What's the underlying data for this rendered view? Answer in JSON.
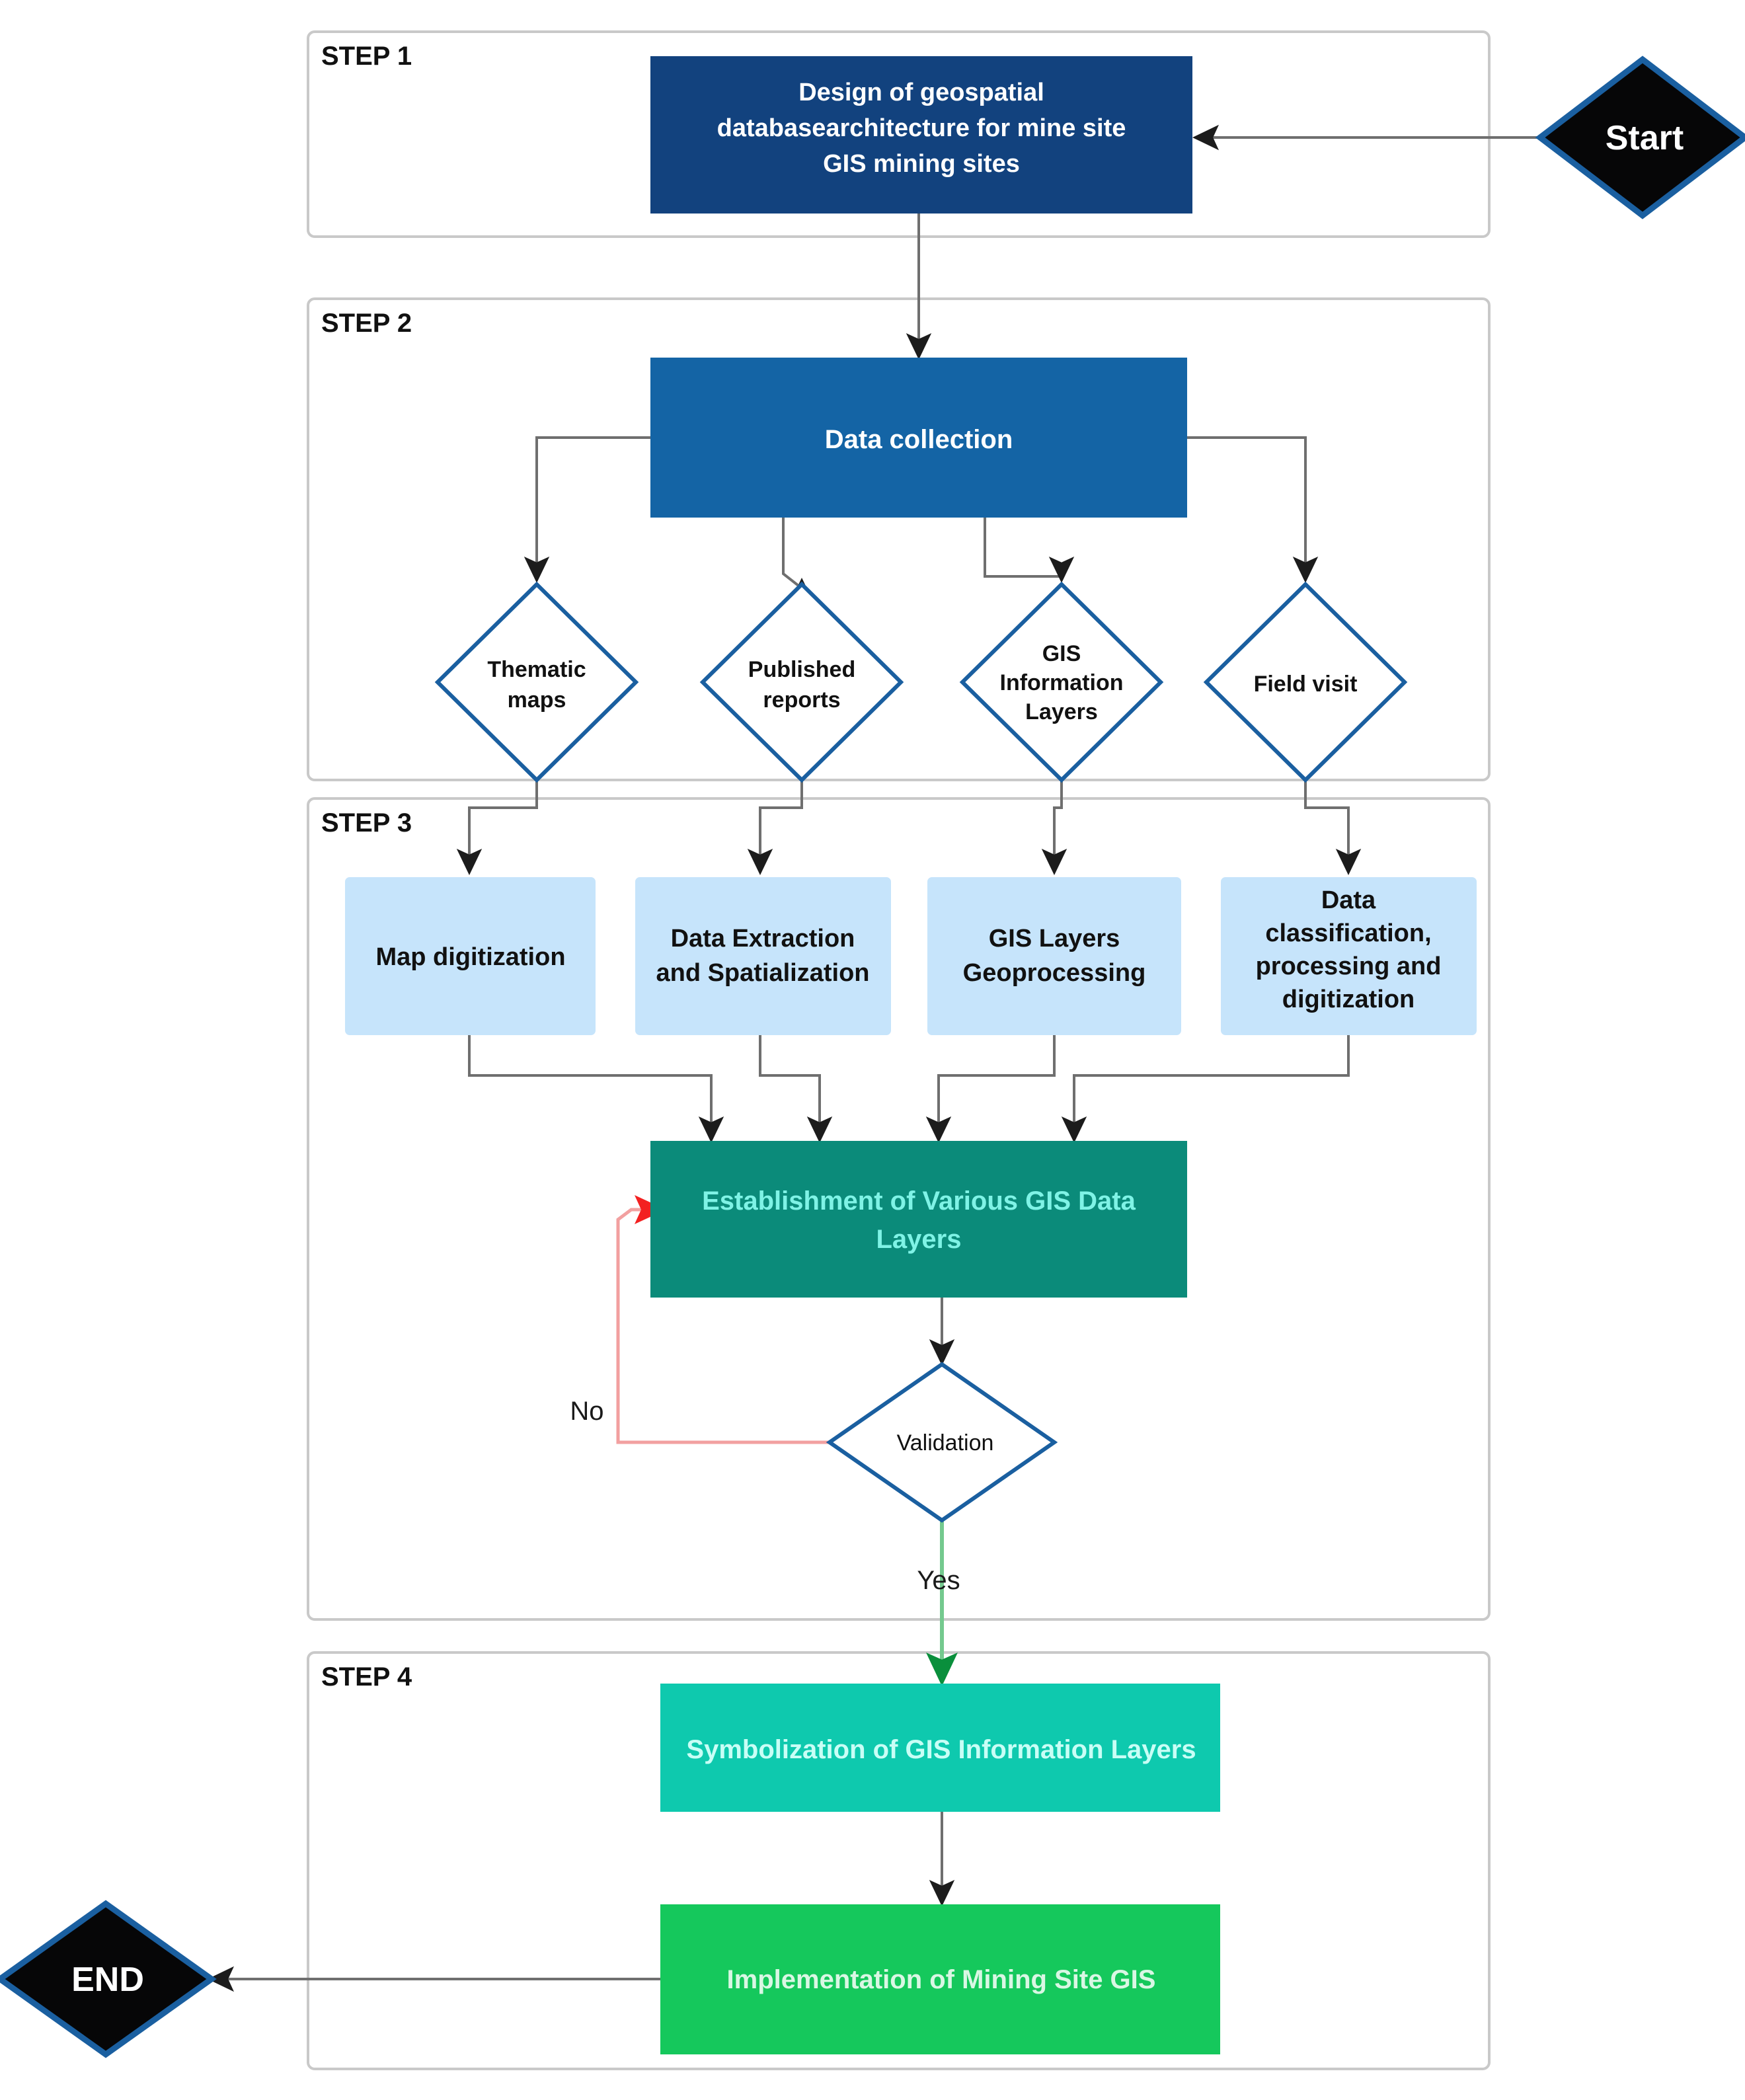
{
  "diagram": {
    "title": "Methodology flowchart for mine site GIS design",
    "type": "flowchart",
    "colors": {
      "dark_blue": "#12427e",
      "mid_blue": "#1464a5",
      "light_blue": "#c6e4fb",
      "teal": "#0b8b7a",
      "turquoise": "#0ec9ae",
      "green": "#15c85c",
      "terminal_fill": "#060607",
      "terminal_border": "#1a5fa0",
      "diamond_border": "#1a5fa0",
      "connector": "#6f6f6f",
      "no_branch": "#f2a0a0",
      "yes_branch": "#74c98e",
      "frame": "#c9c9c9"
    }
  },
  "steps": [
    {
      "id": "step1",
      "label": "STEP 1"
    },
    {
      "id": "step2",
      "label": "STEP 2"
    },
    {
      "id": "step3",
      "label": "STEP 3"
    },
    {
      "id": "step4",
      "label": "STEP 4"
    }
  ],
  "terminals": {
    "start": "Start",
    "end": "END"
  },
  "nodes": {
    "design": {
      "lines": [
        "Design of geospatial",
        "databasearchitecture for mine site",
        "GIS mining sites"
      ]
    },
    "data_collection": {
      "lines": [
        "Data collection"
      ]
    },
    "sources": [
      {
        "id": "thematic-maps",
        "lines": [
          "Thematic",
          "maps"
        ]
      },
      {
        "id": "published-reports",
        "lines": [
          "Published",
          "reports"
        ]
      },
      {
        "id": "gis-information-layers",
        "lines": [
          "GIS",
          "Information",
          "Layers"
        ]
      },
      {
        "id": "field-visit",
        "lines": [
          "Field visit"
        ]
      }
    ],
    "processes": [
      {
        "id": "map-digitization",
        "lines": [
          "Map digitization"
        ]
      },
      {
        "id": "data-extraction",
        "lines": [
          "Data Extraction",
          "and Spatialization"
        ]
      },
      {
        "id": "gis-geoprocessing",
        "lines": [
          "GIS Layers",
          "Geoprocessing"
        ]
      },
      {
        "id": "data-classification",
        "lines": [
          "Data",
          "classification,",
          "processing and",
          "digitization"
        ]
      }
    ],
    "establishment": {
      "lines": [
        "Establishment of Various GIS Data",
        "Layers"
      ]
    },
    "validation": {
      "lines": [
        "Validation"
      ]
    },
    "symbolization": {
      "lines": [
        "Symbolization of GIS Information Layers"
      ]
    },
    "implementation": {
      "lines": [
        "Implementation of Mining Site GIS"
      ]
    }
  },
  "edge_labels": {
    "no": "No",
    "yes": "Yes"
  }
}
